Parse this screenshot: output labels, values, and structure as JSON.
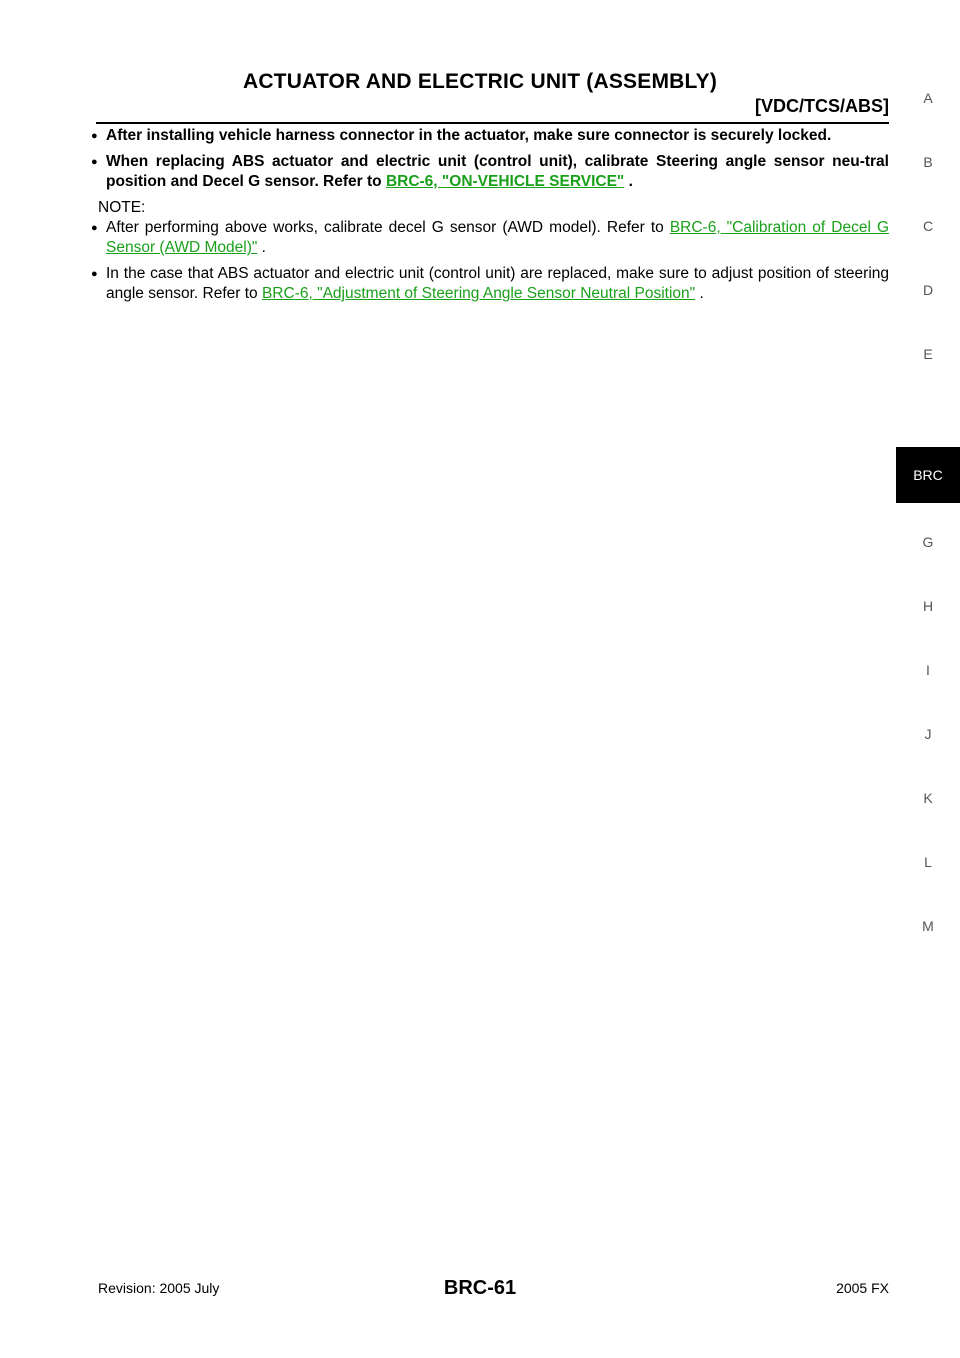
{
  "header": {
    "title": "ACTUATOR AND ELECTRIC UNIT (ASSEMBLY)",
    "subtitle": "[VDC/TCS/ABS]"
  },
  "bold_bullets": [
    {
      "text": "After installing vehicle harness connector in the actuator, make sure connector is securely locked."
    },
    {
      "text_before": "When replacing ABS actuator and electric unit (control unit), calibrate Steering angle sensor neu-tral position and Decel G sensor. Refer to ",
      "link": "BRC-6, \"ON-VEHICLE SERVICE\"",
      "text_after": " ."
    }
  ],
  "note": {
    "label": "NOTE:",
    "items": [
      {
        "text_before": "After performing above works, calibrate decel G sensor (AWD model). Refer to ",
        "link": "BRC-6, \"Calibration of Decel G Sensor (AWD Model)\"",
        "text_after": " ."
      },
      {
        "text_before": "In the case that ABS actuator and electric unit (control unit) are replaced, make sure to adjust position of steering angle sensor. Refer to ",
        "link": "BRC-6, \"Adjustment of Steering Angle Sensor Neutral Position\"",
        "text_after": " ."
      }
    ]
  },
  "side_index": {
    "letters": [
      "A",
      "B",
      "C",
      "D",
      "E",
      "G",
      "H",
      "I",
      "J",
      "K",
      "L",
      "M"
    ],
    "active_tab": "BRC"
  },
  "footer": {
    "revision": "Revision: 2005 July",
    "page_number": "BRC-61",
    "model": "2005 FX"
  },
  "colors": {
    "link": "#1aa01a",
    "tab_background": "#000000"
  }
}
